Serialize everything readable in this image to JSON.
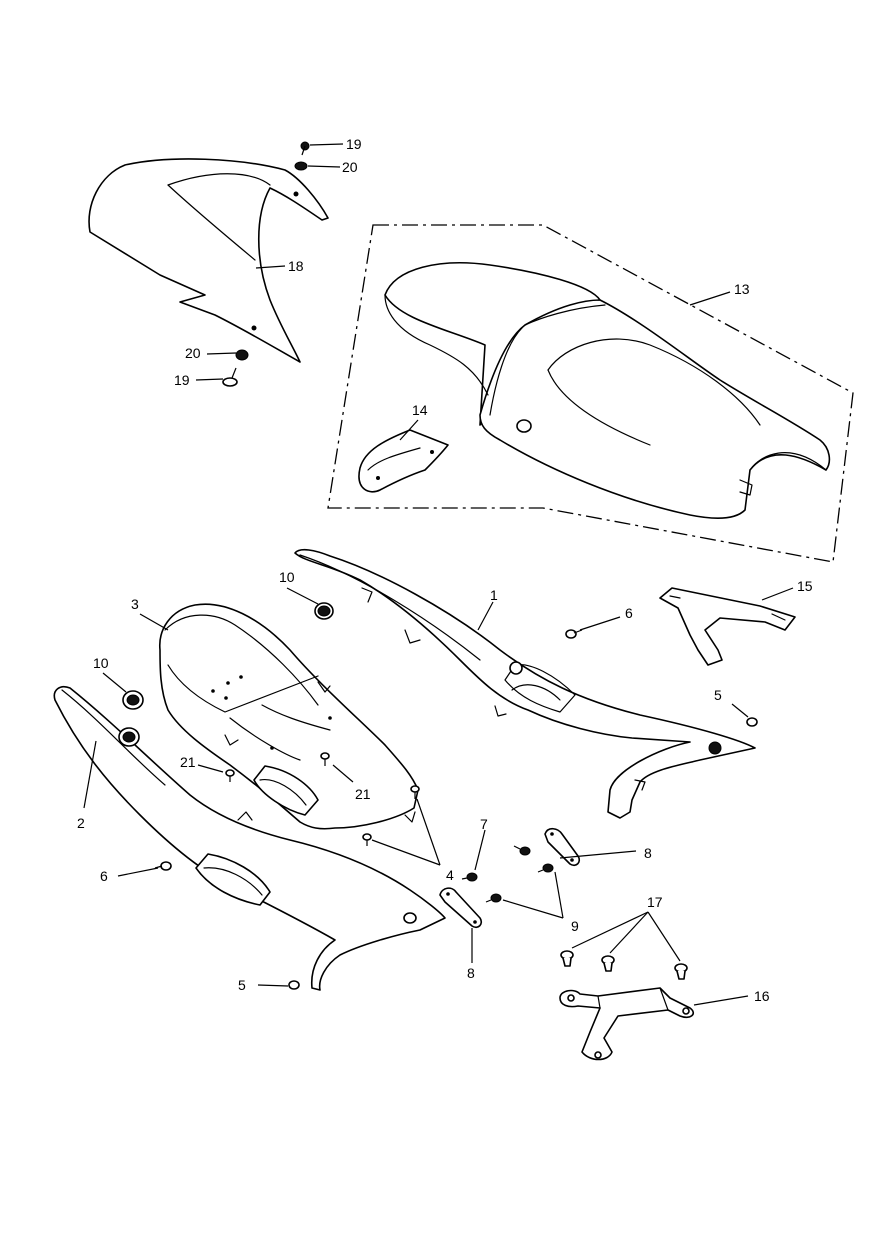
{
  "callouts": {
    "c1": "1",
    "c2": "2",
    "c3": "3",
    "c4": "4",
    "c5a": "5",
    "c5b": "5",
    "c6a": "6",
    "c6b": "6",
    "c7": "7",
    "c8a": "8",
    "c8b": "8",
    "c9": "9",
    "c10a": "10",
    "c10b": "10",
    "c13": "13",
    "c14": "14",
    "c15": "15",
    "c16": "16",
    "c17": "17",
    "c18": "18",
    "c19a": "19",
    "c19b": "19",
    "c20a": "20",
    "c20b": "20",
    "c21a": "21",
    "c21b": "21"
  }
}
